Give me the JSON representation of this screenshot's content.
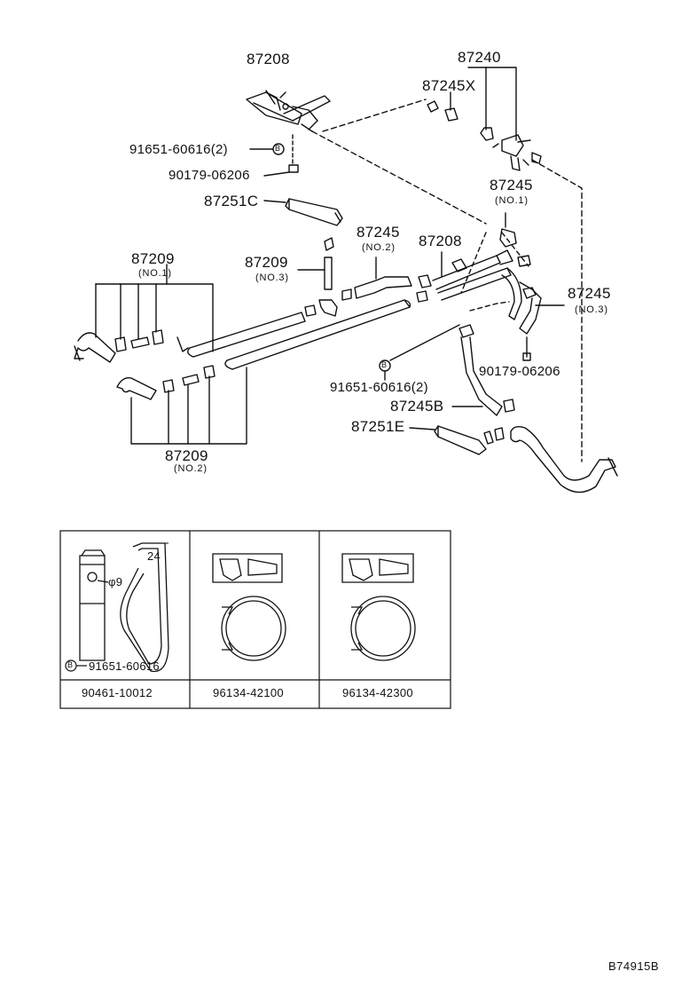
{
  "labels": {
    "p87208_top": "87208",
    "p87240": "87240",
    "p87245X": "87245X",
    "p91651_top": "91651-60616(2)",
    "p90179_top": "90179-06206",
    "p87251C": "87251C",
    "p87245_no1": "87245",
    "no1_a": "(NO.1)",
    "p87209_left": "87209",
    "no1_b": "(NO.1)",
    "p87209_mid": "87209",
    "no3_a": "(NO.3)",
    "p87245_no2": "87245",
    "no2_a": "(NO.2)",
    "p87208_mid": "87208",
    "p87245_no3": "87245",
    "no3_b": "(NO.3)",
    "p90179_right": "90179-06206",
    "p91651_mid": "91651-60616(2)",
    "p87245B": "87245B",
    "p87251E": "87251E",
    "p87209_bottom": "87209",
    "no2_b": "(NO.2)",
    "dim24": "24",
    "dim9": "φ9",
    "p91651_inset": "91651-60616",
    "bolt_mark": "B",
    "footer_code": "B74915B"
  },
  "table": {
    "cells": [
      "90461-10012",
      "96134-42100",
      "96134-42300"
    ]
  }
}
